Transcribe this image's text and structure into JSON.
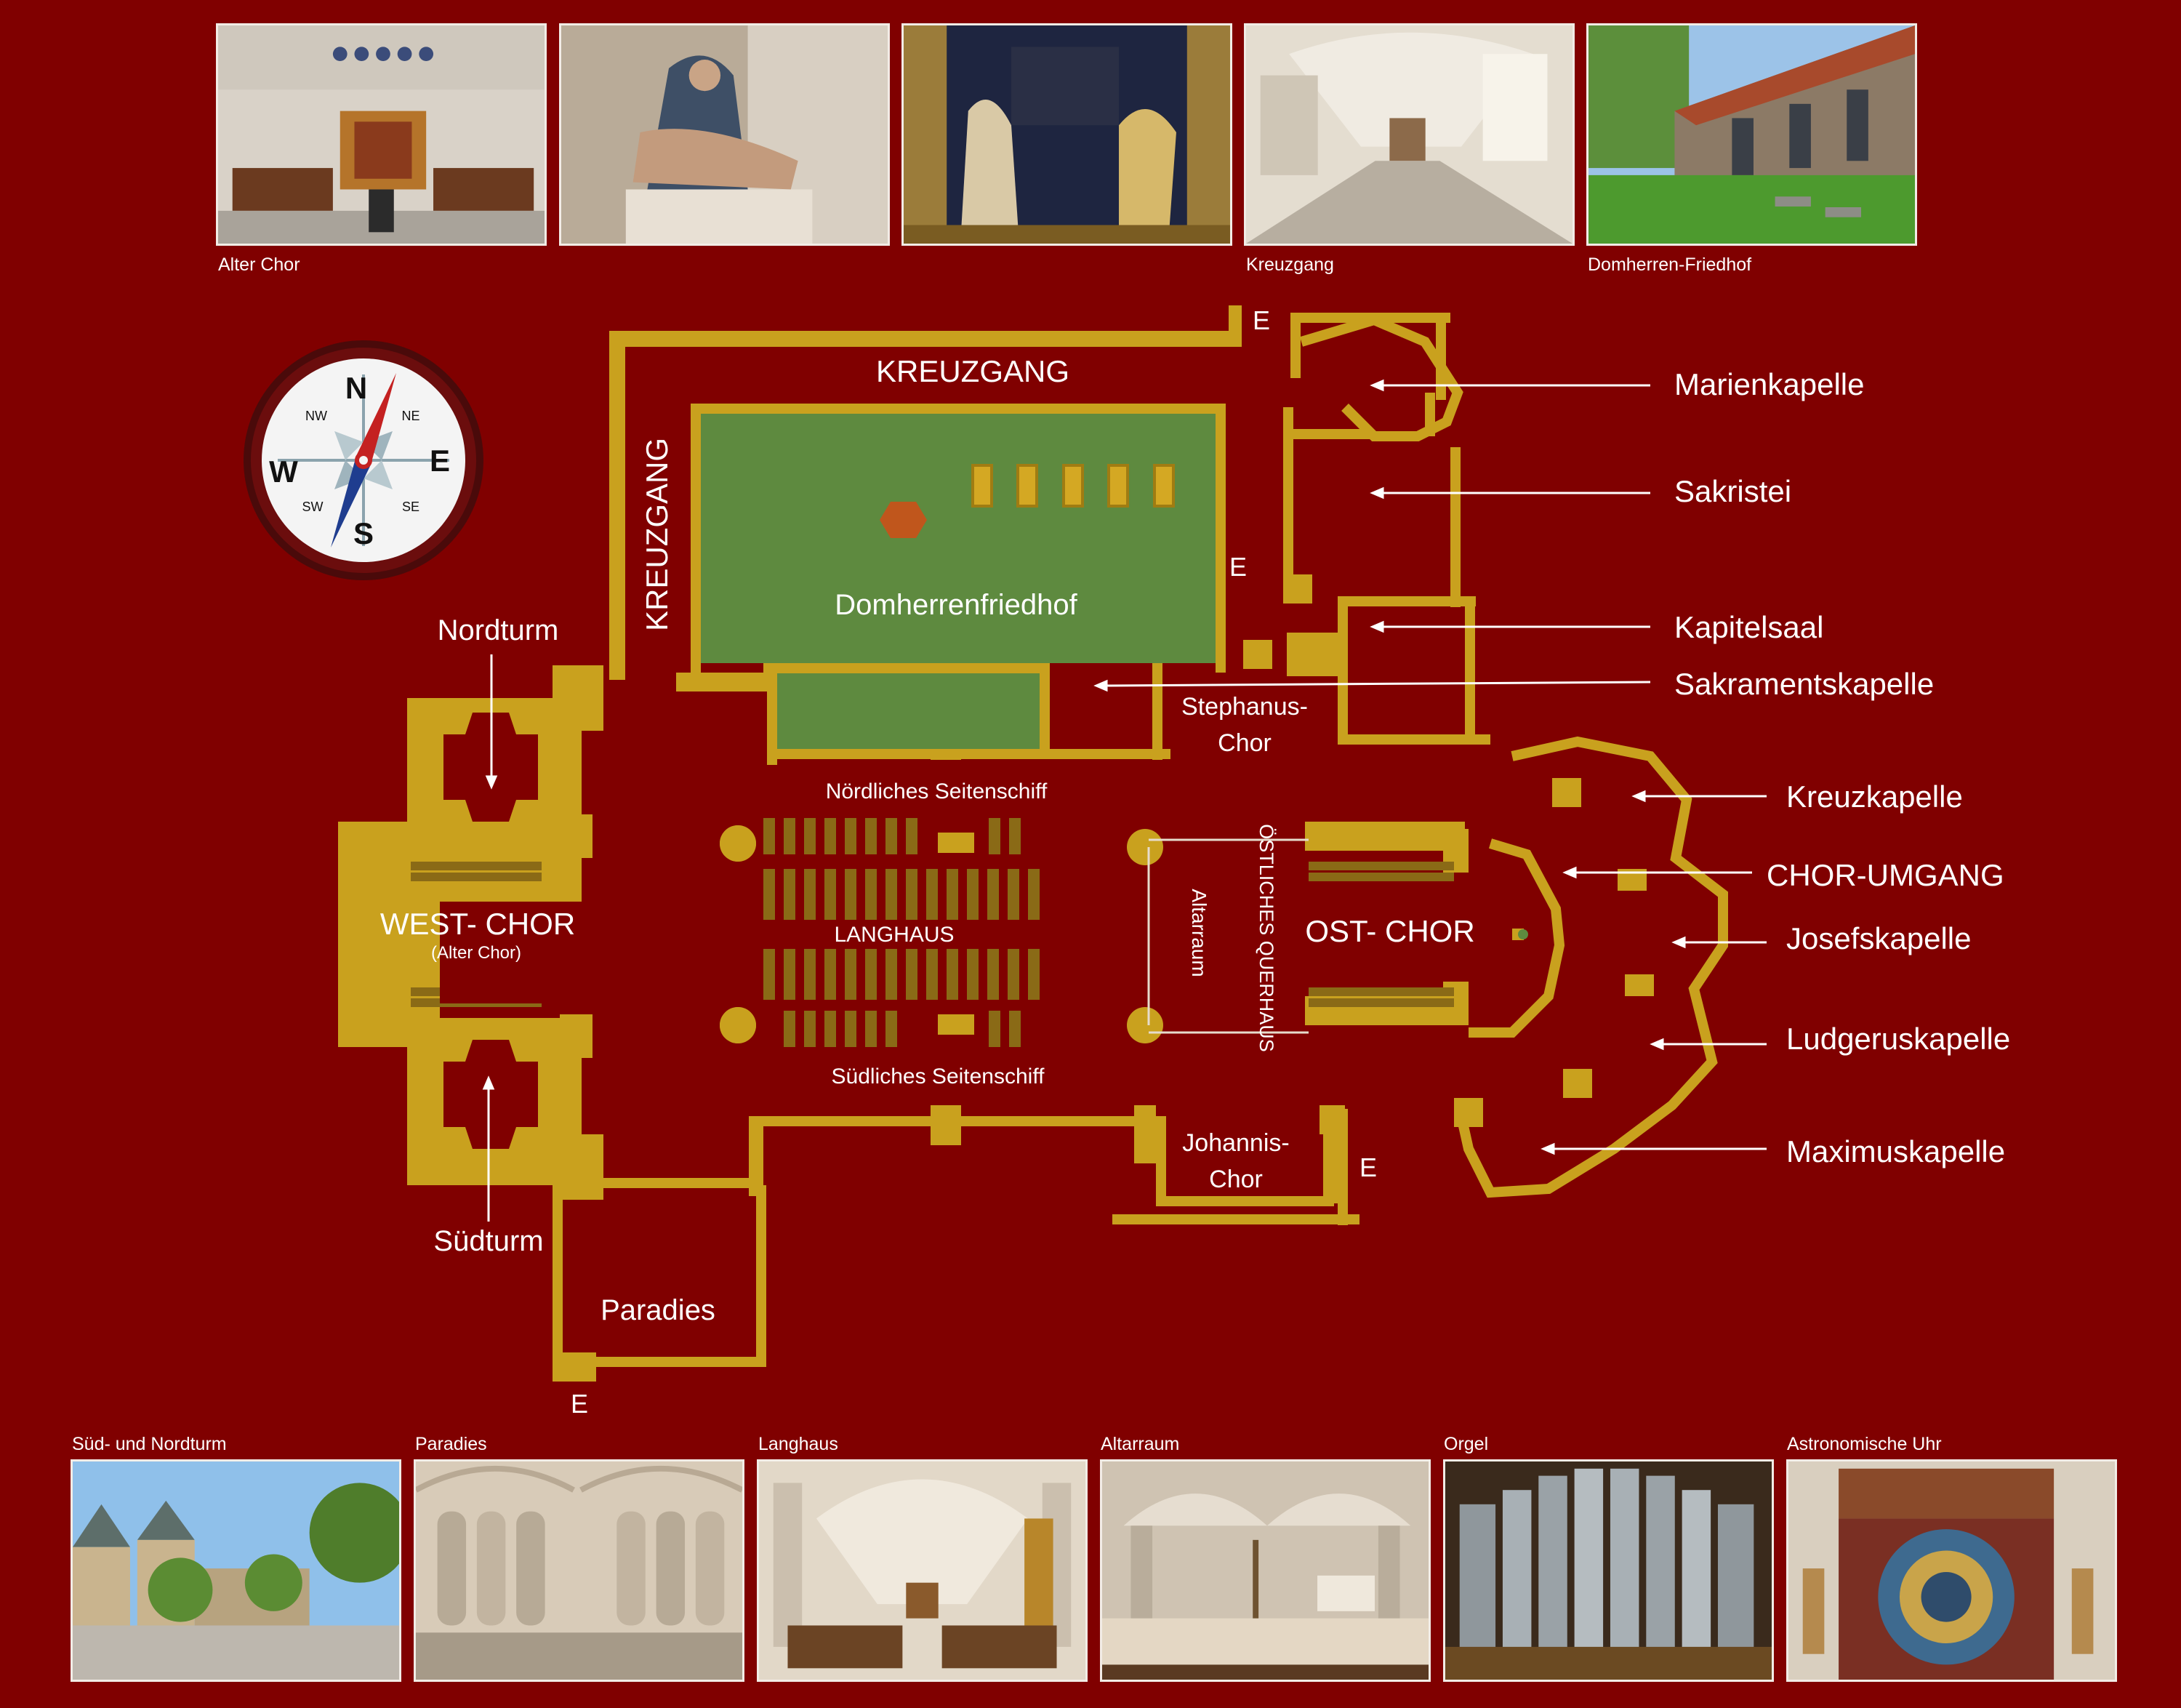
{
  "photos_top": [
    {
      "caption": "Alter Chor"
    },
    {
      "caption": ""
    },
    {
      "caption": ""
    },
    {
      "caption": "Kreuzgang"
    },
    {
      "caption": "Domherren-Friedhof"
    }
  ],
  "photos_bottom": [
    {
      "caption": "Süd- und Nordturm"
    },
    {
      "caption": "Paradies"
    },
    {
      "caption": "Langhaus"
    },
    {
      "caption": "Altarraum"
    },
    {
      "caption": "Orgel"
    },
    {
      "caption": "Astronomische Uhr"
    }
  ],
  "compass": {
    "n": "N",
    "e": "E",
    "s": "S",
    "w": "W",
    "ne": "NE",
    "nw": "NW",
    "se": "SE",
    "sw": "SW"
  },
  "plan": {
    "kreuzgang_north": "KREUZGANG",
    "kreuzgang_west": "KREUZGANG",
    "domherrenfriedhof": "Domherrenfriedhof",
    "nordturm": "Nordturm",
    "suedturm": "Südturm",
    "west_chor": "WEST- CHOR",
    "alter_chor": "(Alter Chor)",
    "langhaus": "LANGHAUS",
    "noerdliches_seitenschiff": "Nördliches Seitenschiff",
    "suedliches_seitenschiff": "Südliches Seitenschiff",
    "altarraum": "Altarraum",
    "oestliches_querhaus": "ÖSTLICHES QUERHAUS",
    "ost_chor": "OST- CHOR",
    "stephanus_chor_1": "Stephanus-",
    "stephanus_chor_2": "Chor",
    "johannis_chor_1": "Johannis-",
    "johannis_chor_2": "Chor",
    "paradies": "Paradies",
    "entrance": "E"
  },
  "chapels": [
    {
      "label": "Marienkapelle"
    },
    {
      "label": "Sakristei"
    },
    {
      "label": "Kapitelsaal"
    },
    {
      "label": "Sakramentskapelle"
    },
    {
      "label": "Kreuzkapelle"
    },
    {
      "label": "CHOR-UMGANG"
    },
    {
      "label": "Josefskapelle"
    },
    {
      "label": "Ludgeruskapelle"
    },
    {
      "label": "Maximuskapelle"
    }
  ],
  "colors": {
    "background": "#800000",
    "wall": "#c9a11e",
    "cemetery": "#5e8a3f",
    "hexagon": "#c0561c",
    "text": "#ffffff"
  }
}
